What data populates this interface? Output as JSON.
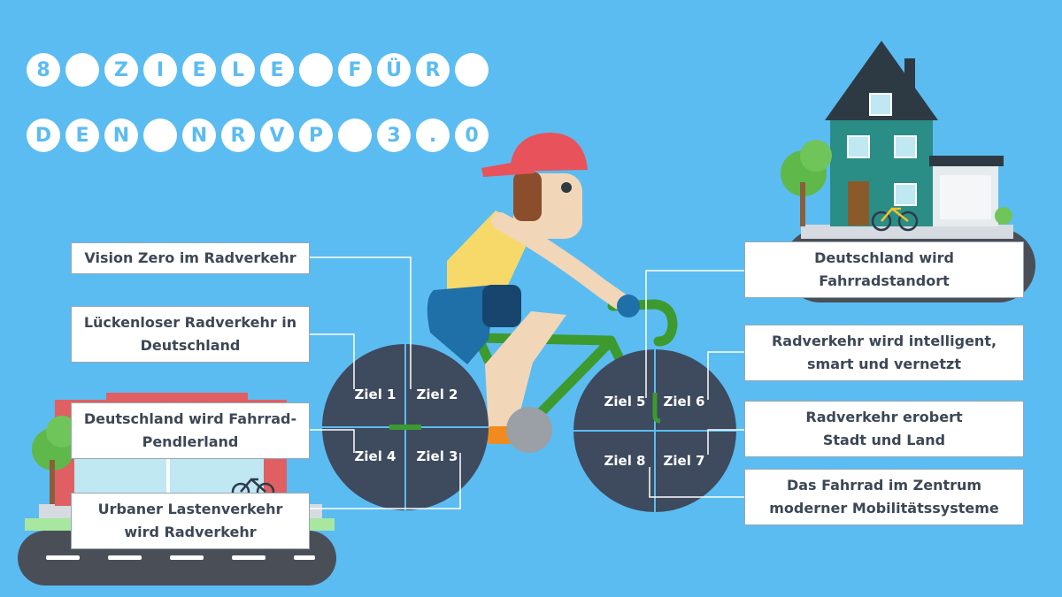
{
  "title": {
    "line1": [
      "8",
      "",
      "Z",
      "I",
      "E",
      "L",
      "E",
      "",
      "F",
      "Ü",
      "R",
      ""
    ],
    "line2": [
      "D",
      "E",
      "N",
      "",
      "N",
      "R",
      "V",
      "P",
      "",
      "3",
      ".",
      "0"
    ]
  },
  "goals": [
    "Vision Zero im Radverkehr",
    "Lückenloser Radverkehr in",
    "Deutschland",
    "Deutschland wird Fahrrad-",
    "Pendlerland",
    "Urbaner Lastenverkehr",
    "wird Radverkehr",
    "Deutschland wird",
    "Fahrradstandort",
    "Radverkehr wird intelligent,",
    "smart und vernetzt",
    "Radverkehr erobert",
    "Stadt und Land",
    "Das Fahrrad im Zentrum",
    "moderner Mobilitätssysteme"
  ],
  "wheel_labels": [
    "Ziel 1",
    "Ziel 2",
    "Ziel 3",
    "Ziel 4",
    "Ziel 5",
    "Ziel 6",
    "Ziel 7",
    "Ziel 8"
  ],
  "colors": {
    "background": "#5bbcf1",
    "wheel": "#3e4a5e",
    "frame": "#3c9a2e",
    "shirt": "#f7d96a",
    "shorts": "#1f6fa8",
    "cap": "#e8525a",
    "house": "#2a8d86",
    "label_text": "#3d4756"
  }
}
